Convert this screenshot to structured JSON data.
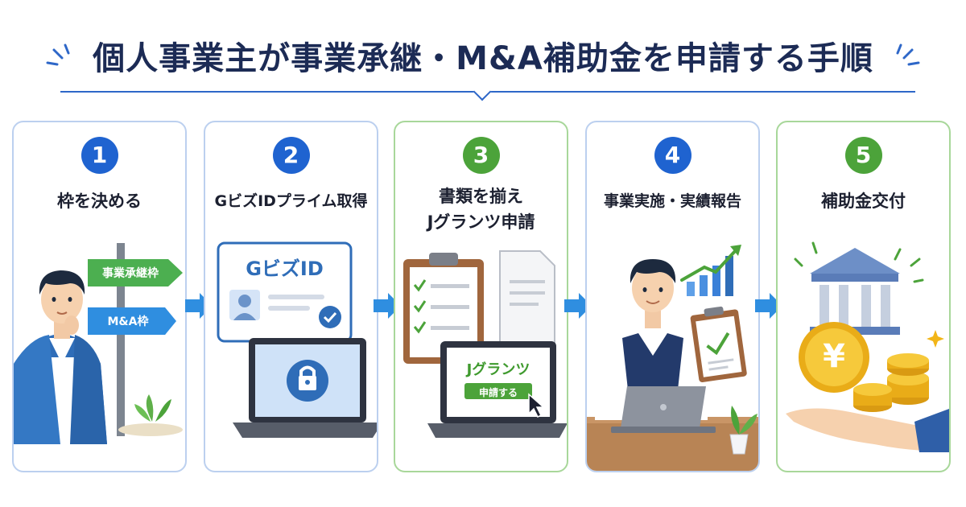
{
  "header": {
    "title": "個人事業主が事業承継・M&A補助金を申請する手順"
  },
  "steps": [
    {
      "number": "1",
      "title": "枠を決める",
      "signs": [
        "事業承継枠",
        "M&A枠"
      ]
    },
    {
      "number": "2",
      "title": "GビズIDプライム取得",
      "card_label": "GビズID"
    },
    {
      "number": "3",
      "title_line1": "書類を揃え",
      "title_line2": "Jグランツ申請",
      "screen_label": "Jグランツ",
      "button_label": "申請する"
    },
    {
      "number": "4",
      "title": "事業実施・実績報告"
    },
    {
      "number": "5",
      "title": "補助金交付",
      "coin_symbol": "¥"
    }
  ],
  "colors": {
    "blue": "#1f63d0",
    "green": "#4ca33a",
    "navy": "#1c2b55"
  }
}
